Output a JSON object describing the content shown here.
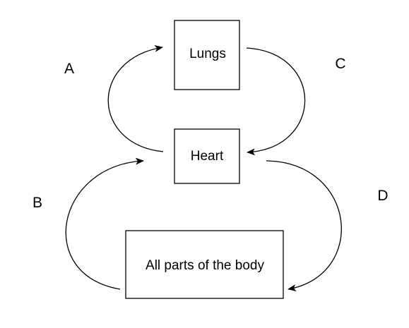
{
  "nodes": {
    "lungs": "Lungs",
    "heart": "Heart",
    "body": "All parts of the body"
  },
  "paths": {
    "a": "A",
    "b": "B",
    "c": "C",
    "d": "D"
  },
  "colors": {
    "stroke": "#000000",
    "background": "#ffffff"
  }
}
